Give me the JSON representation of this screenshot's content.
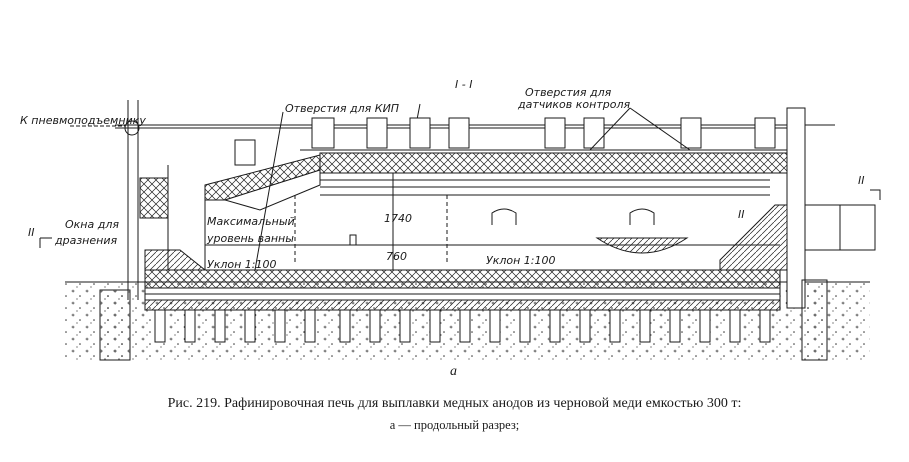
{
  "figure": {
    "section_label": "I - I",
    "sub_label": "a",
    "labels": {
      "to_lift": "К пневмоподъемнику",
      "kip_holes": "Отверстия для КИП",
      "sensor_holes_1": "Отверстия для",
      "sensor_holes_2": "датчиков контроля",
      "poling_windows_1": "Окна для",
      "poling_windows_2": "дразнения",
      "max_level_1": "Максимальный",
      "max_level_2": "уровень ванны",
      "dim_1740": "1740",
      "dim_760": "760",
      "slope_left": "Уклон 1:100",
      "slope_right": "Уклон 1:100",
      "section_II_left": "II",
      "section_II_right": "II",
      "section_II_mid": "II"
    }
  },
  "caption": {
    "line1": "Рис. 219. Рафинировочная печь для выплавки медных анодов из черновой меди емкостью 300 т:",
    "line2": "а — продольный разрез;"
  }
}
